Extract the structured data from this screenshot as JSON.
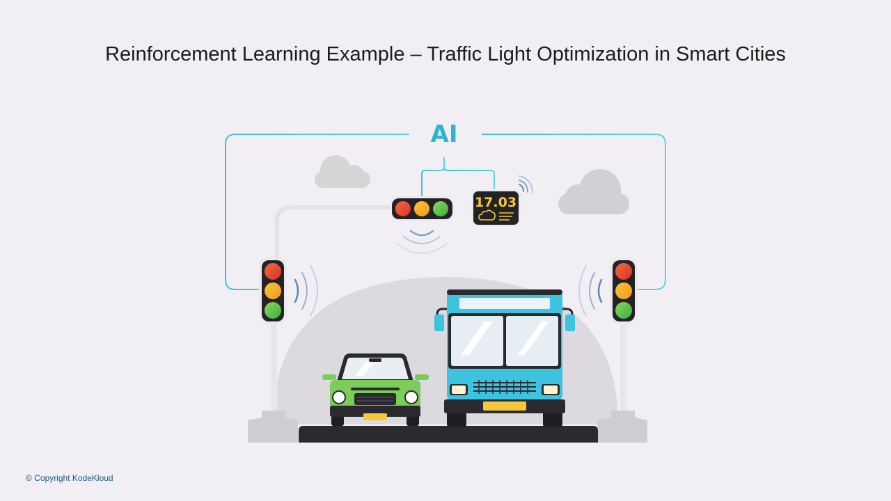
{
  "slide": {
    "title": "Reinforcement Learning Example – Traffic Light Optimization in Smart Cities",
    "footer": "© Copyright KodeKloud"
  },
  "illustration": {
    "ai_label": "AI",
    "display_time": "17.03",
    "colors": {
      "accent": "#3fc6d8",
      "ai_text": "#2ab7cc",
      "bus": "#3cc3df",
      "car": "#7ccc5a",
      "display_digits": "#f5c83a",
      "light_red": "#e8453a",
      "light_yellow": "#f4b12b",
      "light_green": "#5cc045"
    },
    "icons": [
      "cloud-icon",
      "traffic-light-icon",
      "wifi-signal-icon",
      "weather-display-icon",
      "car-icon",
      "bus-icon"
    ]
  }
}
